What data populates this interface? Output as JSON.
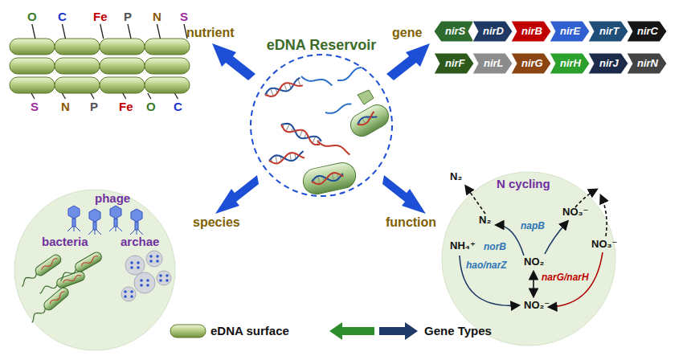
{
  "diagram": {
    "nodes": [
      {
        "text": [
          "eDNA Reservoir"
        ]
      },
      {
        "text": [
          "nirS"
        ]
      },
      {
        "text": [
          "nirD"
        ]
      },
      {
        "text": [
          "nirB"
        ]
      },
      {
        "text": [
          "nirE"
        ]
      },
      {
        "text": [
          "nirT"
        ]
      },
      {
        "text": [
          "nirC"
        ]
      },
      {
        "text": [
          "nirF"
        ]
      },
      {
        "text": [
          "nirL"
        ]
      },
      {
        "text": [
          "nirG"
        ]
      },
      {
        "text": [
          "nirH"
        ]
      },
      {
        "text": [
          "nirJ"
        ]
      },
      {
        "text": [
          "nirN"
        ]
      },
      {
        "text": [
          "phage",
          "bacteria",
          "archae"
        ]
      },
      {
        "text": [
          "N cycling",
          "N₂",
          "N₂",
          "NH₄⁺",
          "NO₃⁻",
          "norB",
          "napB",
          "NO₂",
          "NO₃⁻",
          "hao/narZ",
          "narG/narH",
          "NO₂⁻"
        ]
      }
    ],
    "labels": [
      "nutrient",
      "gene",
      "species",
      "function",
      "O",
      "C",
      "Fe",
      "P",
      "N",
      "S",
      "S",
      "N",
      "P",
      "Fe",
      "O",
      "C"
    ],
    "legend": [
      {
        "text": "eDNA surface"
      },
      {
        "text": "Gene Types"
      }
    ]
  }
}
